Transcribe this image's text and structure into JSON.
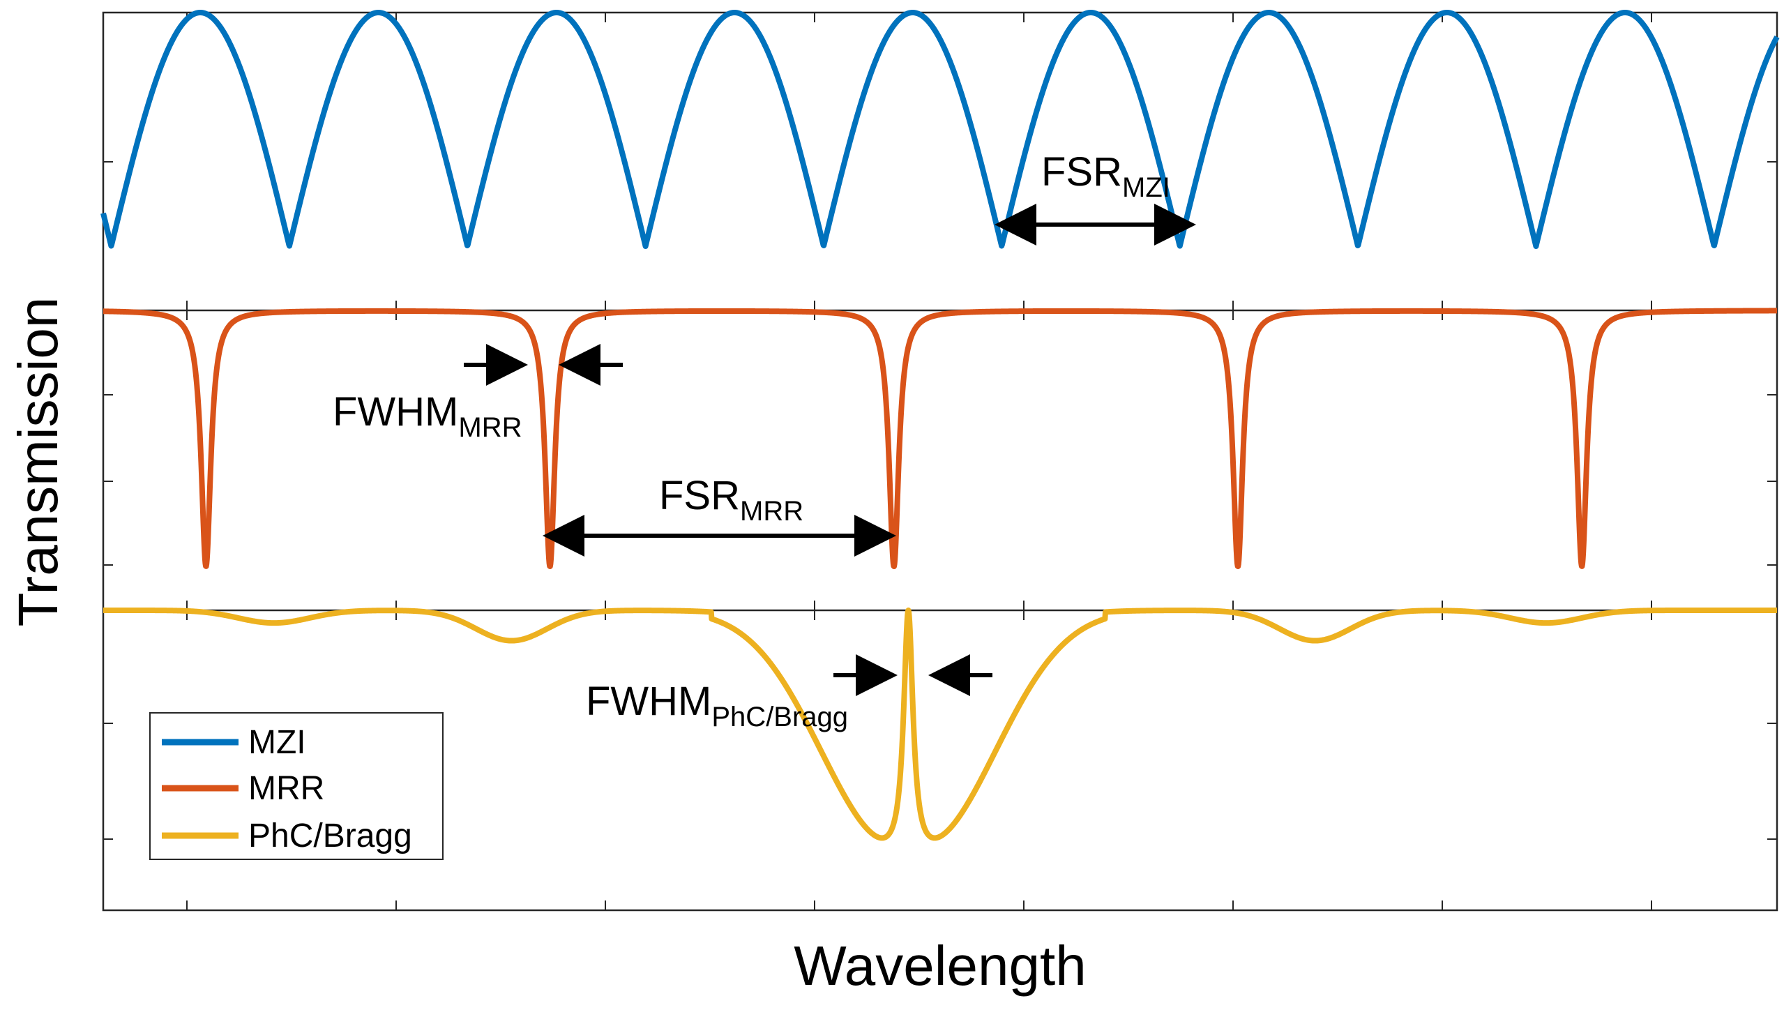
{
  "chart_data": {
    "type": "line",
    "title": "",
    "xlabel": "Wavelength",
    "ylabel": "Transmission",
    "grid": false,
    "legend_placement": "bottom-left",
    "xlim": [
      0,
      1
    ],
    "ylim": [
      0,
      1
    ],
    "colors": {
      "MZI": "#0072BD",
      "MRR": "#D95319",
      "PhC/Bragg": "#EDB120"
    },
    "series": [
      {
        "name": "MZI",
        "period": 0.1064,
        "first_dip_x": 0.0048,
        "notch_positions": [
          0.0048,
          0.1112,
          0.2176,
          0.324,
          0.4304,
          0.5368,
          0.6432,
          0.7496,
          0.856,
          0.9624
        ],
        "peak_positions": [
          0.058,
          0.1644,
          0.2708,
          0.3772,
          0.4836,
          0.59,
          0.6964,
          0.8028,
          0.9092
        ]
      },
      {
        "name": "MRR",
        "period": 0.2055,
        "linewidth": 0.0035,
        "resonance_positions": [
          0.0614,
          0.2669,
          0.4724,
          0.6779,
          0.8834
        ]
      },
      {
        "name": "PhC/Bragg",
        "stopband_center": 0.481,
        "stopband_halfwidth": 0.0735,
        "defect_peak_position": 0.481,
        "defect_peak_linewidth": 0.0034,
        "side_lobes": [
          {
            "x": 0.102,
            "depth": 0.05
          },
          {
            "x": 0.244,
            "depth": 0.12
          },
          {
            "x": 0.724,
            "depth": 0.12
          },
          {
            "x": 0.862,
            "depth": 0.05
          }
        ]
      }
    ],
    "legend": [
      {
        "label": "MZI",
        "color": "#0072BD"
      },
      {
        "label": "MRR",
        "color": "#D95319"
      },
      {
        "label": "PhC/Bragg",
        "color": "#EDB120"
      }
    ]
  },
  "annotations": {
    "fsr_mzi": {
      "main": "FSR",
      "sub": "MZI"
    },
    "fwhm_mrr": {
      "main": "FWHM",
      "sub": "MRR"
    },
    "fsr_mrr": {
      "main": "FSR",
      "sub": "MRR"
    },
    "fwhm_phc": {
      "main": "FWHM",
      "sub": "PhC/Bragg"
    }
  }
}
